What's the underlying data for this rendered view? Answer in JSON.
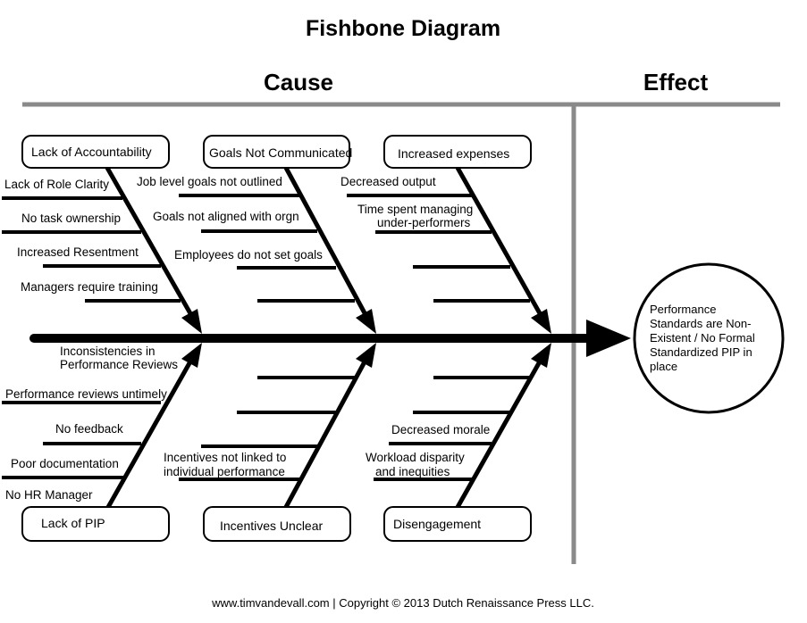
{
  "title": "Fishbone Diagram",
  "sections": {
    "cause": "Cause",
    "effect": "Effect"
  },
  "effect_text": [
    "Performance",
    "Standards are Non-",
    "Existent / No Formal",
    "Standardized PIP in",
    "place"
  ],
  "categories": {
    "top": [
      "Lack of Accountability",
      "Goals Not Communicated",
      "Increased expenses"
    ],
    "bottom": [
      "Lack of PIP",
      "Incentives Unclear",
      "Disengagement"
    ]
  },
  "causes": {
    "accountability": [
      "Lack of Role Clarity",
      "No task ownership",
      "Increased Resentment",
      "Managers require training"
    ],
    "goals": [
      "Job level goals not outlined",
      "Goals not aligned with orgn",
      "Employees do not set goals"
    ],
    "expenses": [
      "Decreased output",
      "Time spent managing",
      "under-performers"
    ],
    "pip": [
      "Inconsistencies in",
      "Performance Reviews",
      "Performance reviews untimely",
      "No feedback",
      "Poor documentation",
      "No HR Manager"
    ],
    "incentives": [
      "Incentives not linked to",
      "individual performance"
    ],
    "disengagement": [
      "Decreased morale",
      "Workload disparity",
      "and inequities"
    ]
  },
  "footer": "www.timvandevall.com | Copyright © 2013 Dutch Renaissance Press LLC."
}
